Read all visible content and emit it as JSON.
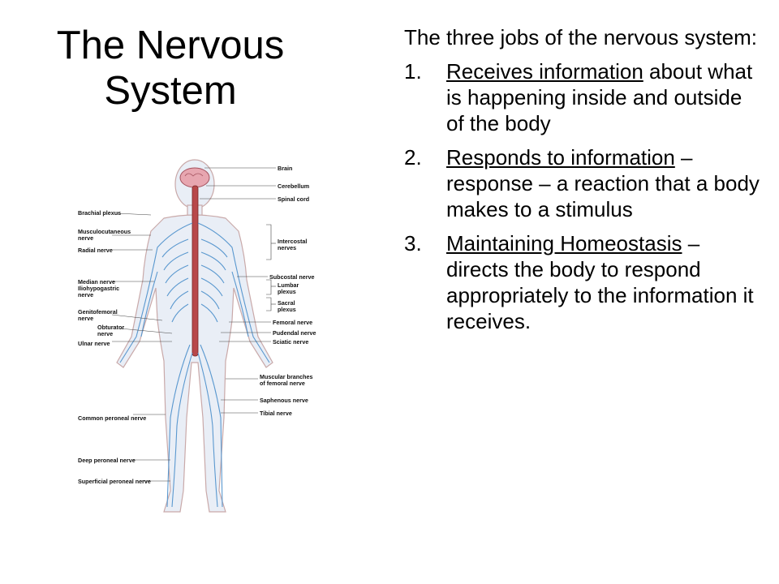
{
  "title": "The Nervous System",
  "intro": "The three jobs of the nervous system:",
  "items": [
    {
      "num": "1.",
      "head": "Receives information",
      "rest": " about what is happening inside and outside of the body"
    },
    {
      "num": "2.",
      "head": "Responds to information",
      "rest": " – response – a reaction that a body makes to a stimulus"
    },
    {
      "num": "3.",
      "head": "Maintaining Homeostasis",
      "rest": " – directs the body to respond appropriately to the information it receives."
    }
  ],
  "diagram": {
    "left_labels": [
      "Brachial plexus",
      "Musculocutaneous",
      "nerve",
      "Radial nerve",
      "Median nerve",
      "Iliohypogastric",
      "nerve",
      "Genitofemoral",
      "nerve",
      "Obturator",
      "nerve",
      "Ulnar nerve",
      "Common peroneal nerve",
      "Deep peroneal nerve",
      "Superficial peroneal nerve"
    ],
    "right_labels": [
      "Brain",
      "Cerebellum",
      "Spinal cord",
      "Intercostal",
      "nerves",
      "Subcostal nerve",
      "Lumbar",
      "plexus",
      "Sacral",
      "plexus",
      "Femoral nerve",
      "Pudendal nerve",
      "Sciatic nerve",
      "Muscular branches",
      "of femoral nerve",
      "Saphenous nerve",
      "Tibial nerve"
    ]
  }
}
